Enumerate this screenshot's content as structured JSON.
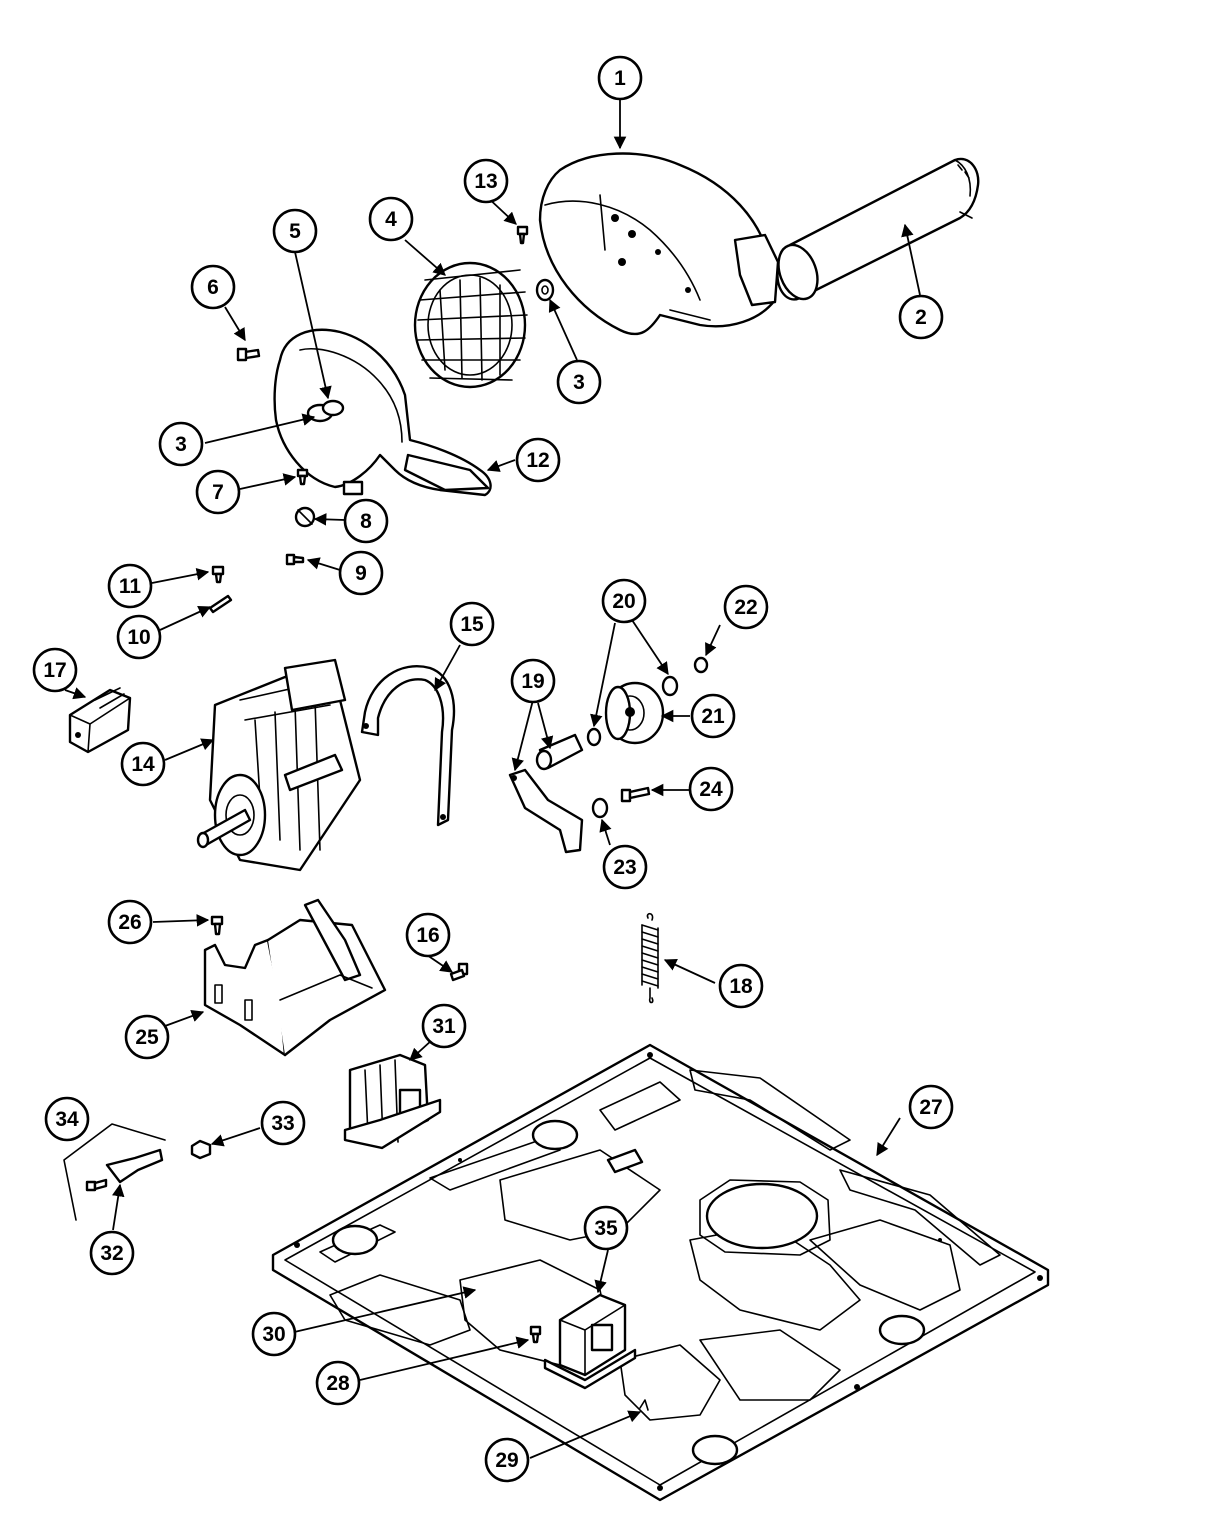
{
  "diagram": {
    "callouts": [
      "1",
      "2",
      "3",
      "3",
      "4",
      "5",
      "6",
      "7",
      "8",
      "9",
      "10",
      "11",
      "12",
      "13",
      "14",
      "15",
      "16",
      "17",
      "18",
      "19",
      "20",
      "21",
      "22",
      "23",
      "24",
      "25",
      "26",
      "27",
      "28",
      "29",
      "30",
      "31",
      "32",
      "33",
      "34",
      "35"
    ]
  }
}
